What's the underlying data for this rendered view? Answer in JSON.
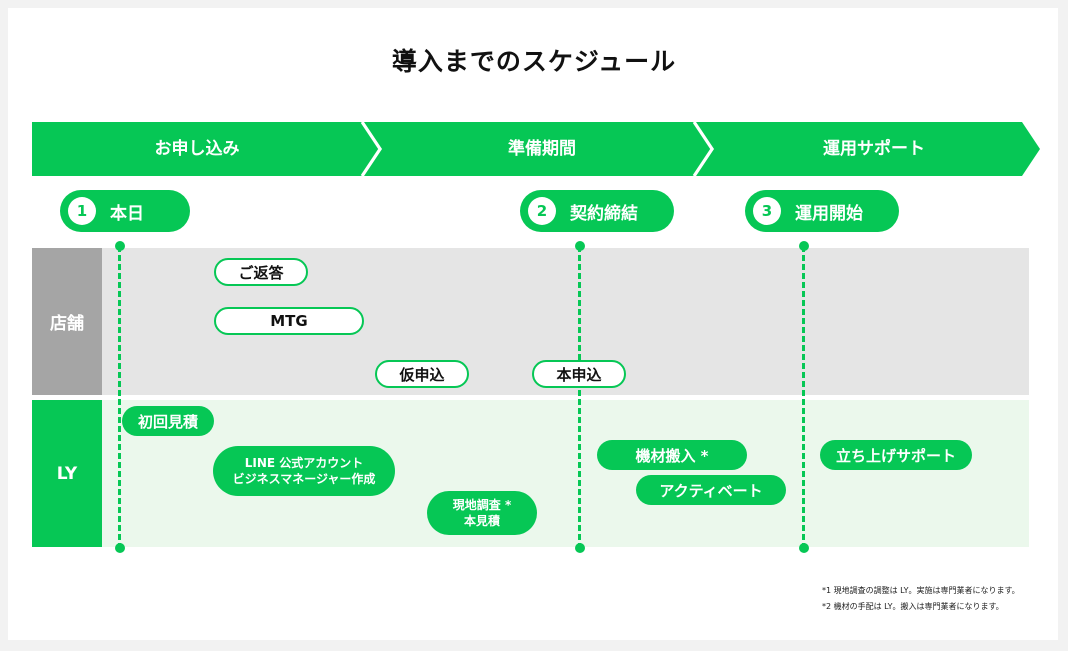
{
  "title": "導入までのスケジュール",
  "phases": [
    "お申し込み",
    "準備期間",
    "運用サポート"
  ],
  "milestones": [
    {
      "num": "1",
      "label": "本日"
    },
    {
      "num": "2",
      "label": "契約締結"
    },
    {
      "num": "3",
      "label": "運用開始"
    }
  ],
  "lanes": {
    "store": "店舗",
    "ly": "LY"
  },
  "store_tasks": {
    "reply": "ご返答",
    "mtg": "MTG",
    "provisional": "仮申込",
    "formal": "本申込"
  },
  "ly_tasks": {
    "estimate": "初回見積",
    "account_line1": "LINE 公式アカウント",
    "account_line2": "ビジネスマネージャー作成",
    "survey_line1": "現地調査 *",
    "survey_line2": "本見積",
    "equipment": "機材搬入 *",
    "activation": "アクティベート",
    "launch": "立ち上げサポート"
  },
  "notes": [
    "*1 現地調査の調整は LY。実施は専門業者になります。",
    "*2 機材の手配は LY。搬入は専門業者になります。"
  ],
  "colors": {
    "accent": "#06c755",
    "store_lane": "#e5e5e5",
    "ly_lane": "#ebf8ec",
    "store_head": "#a5a5a5"
  }
}
